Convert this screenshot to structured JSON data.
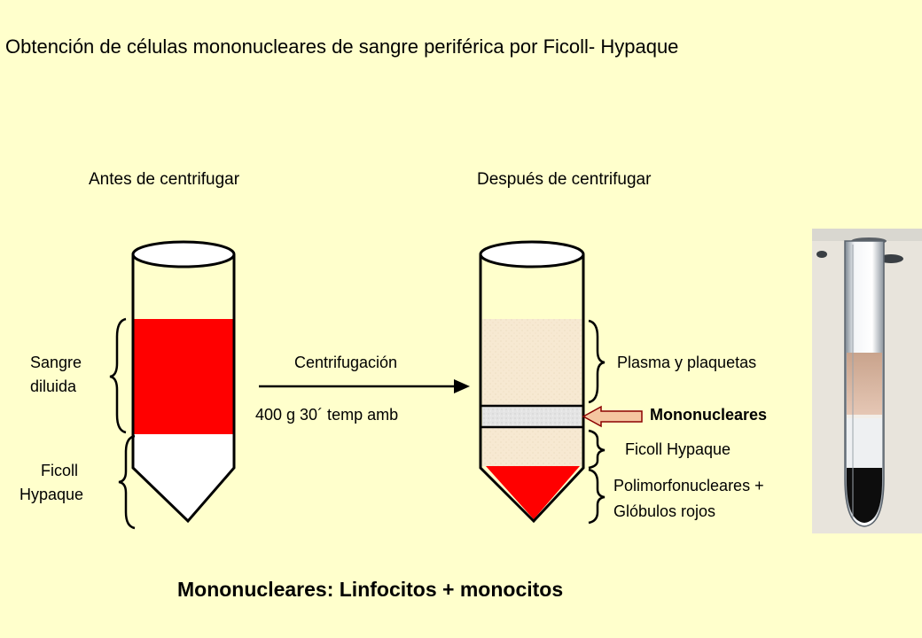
{
  "title": "Obtención de células mononucleares de sangre periférica por Ficoll- Hypaque",
  "before_heading": "Antes de centrifugar",
  "after_heading": "Después de centrifugar",
  "before_tube": {
    "label_blood_line1": "Sangre",
    "label_blood_line2": "diluida",
    "label_ficoll_line1": "Ficoll",
    "label_ficoll_line2": "Hypaque",
    "colors": {
      "blood": "#ff0000",
      "ficoll": "#ffffff"
    }
  },
  "process": {
    "label": "Centrifugación",
    "conditions": "400 g 30´ temp amb"
  },
  "after_tube": {
    "label_plasma": "Plasma y plaquetas",
    "label_mononuclear": "Mononucleares",
    "label_ficoll": "Ficoll Hypaque",
    "label_bottom_line1": "Polimorfonucleares +",
    "label_bottom_line2": "Glóbulos rojos",
    "colors": {
      "plasma": "#f7e9d2",
      "buffy": "#e6e6e6",
      "ficoll": "#f7e9d2",
      "pellet": "#ff0000",
      "pointer_arrow": "#f5c6a0"
    }
  },
  "summary": "Mononucleares: Linfocitos + monocitos"
}
